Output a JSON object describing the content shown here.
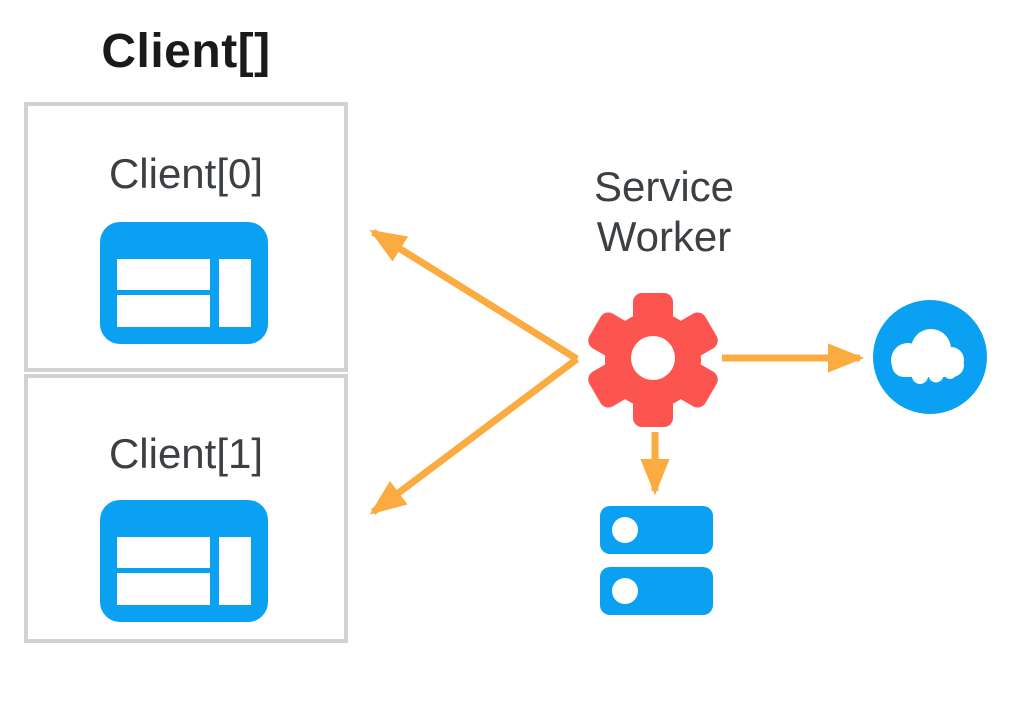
{
  "diagram": {
    "title": "Client[]",
    "clients": [
      {
        "label": "Client[0]",
        "icon": "browser-window-icon"
      },
      {
        "label": "Client[1]",
        "icon": "browser-window-icon"
      }
    ],
    "service_worker": {
      "label_line1": "Service",
      "label_line2": "Worker",
      "icon": "gear-icon"
    },
    "network": {
      "icon": "cloud-icon"
    },
    "storage": {
      "icon": "server-stack-icon"
    },
    "arrows": [
      "gear-to-client0-arrow",
      "gear-to-client1-arrow",
      "gear-to-cloud-arrow",
      "gear-to-server-arrow"
    ],
    "colors": {
      "blue": "#0aa1f2",
      "red": "#fc544f",
      "orange": "#fbab40",
      "box-border": "#d2d2d2",
      "label-text": "#3c4043",
      "title-text": "#1a1a1a"
    }
  }
}
